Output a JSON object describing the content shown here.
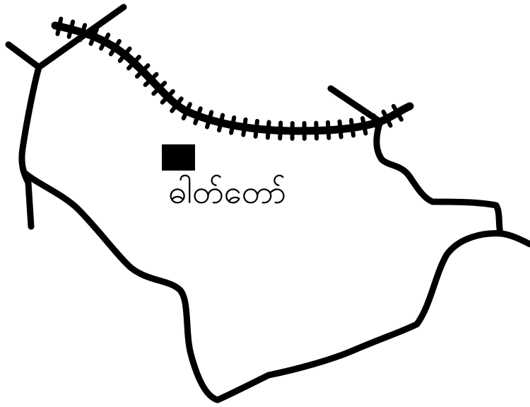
{
  "map": {
    "town_label": "ဓါတ်တော်",
    "colors": {
      "background": "#ffffff",
      "ink": "#000000"
    },
    "features": [
      "railway-line",
      "road",
      "boundary-road",
      "town-marker"
    ]
  }
}
